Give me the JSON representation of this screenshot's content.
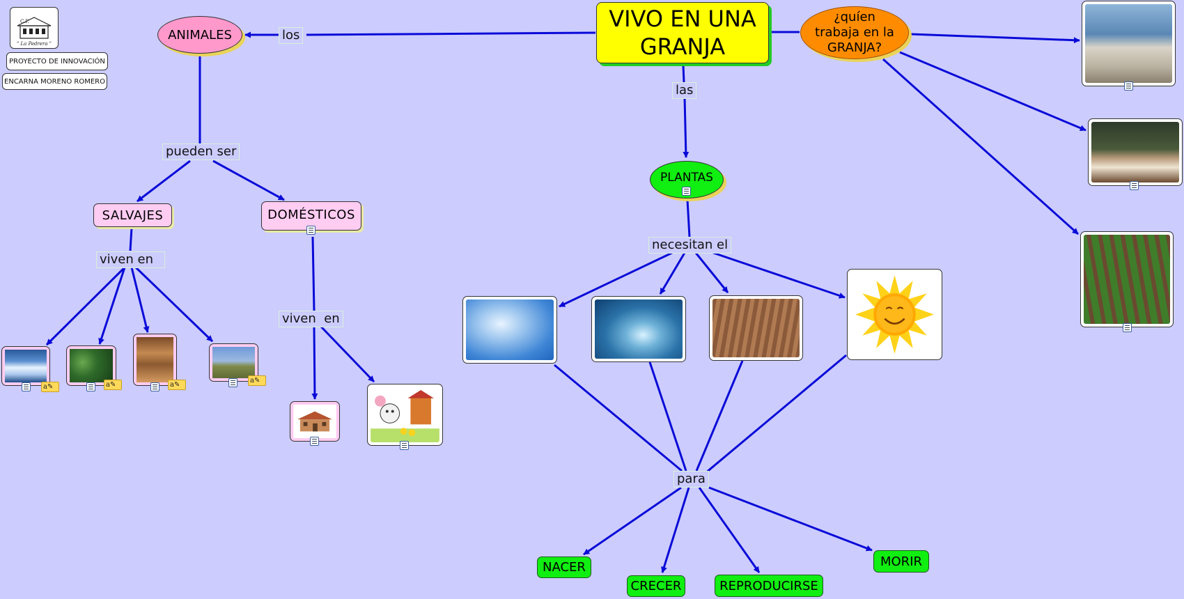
{
  "header": {
    "logo_text_top": "C.P.",
    "logo_text_bottom": "\" La Pedrera \"",
    "project": "PROYECTO DE INNOVACIÓN",
    "author": "ENCARNA MORENO ROMERO"
  },
  "nodes": {
    "root": "VIVO EN UNA GRANJA",
    "animales": "ANIMALES",
    "plantas": "PLANTAS",
    "quien": "¿quíen trabaja en la GRANJA?",
    "salvajes": "SALVAJES",
    "domesticos": "DOMÉSTICOS",
    "nacer": "NACER",
    "crecer": "CRECER",
    "reproducirse": "REPRODUCIRSE",
    "morir": "MORIR"
  },
  "link_labels": {
    "los": "los",
    "las": "las",
    "pueden_ser": "pueden ser",
    "viven_en_1": "viven en",
    "viven_en_2": "viven  en",
    "necesitan_el": "necesitan el",
    "para": "para"
  },
  "images": [
    "iceberg-photo",
    "jungle-photo",
    "desert-photo",
    "savanna-photo",
    "farmhouse-picture",
    "farm-animals-cartoon",
    "sky-clouds-photo",
    "water-drop-photo",
    "plowed-field-photo",
    "sun-cartoon",
    "shepherd-sheep-photo",
    "cattle-rancher-photo",
    "farmer-lettuce-photo"
  ],
  "colors": {
    "background": "#ccccff",
    "link_line": "#0a0ad8",
    "root_fill": "#ffff00",
    "animales_fill": "#ff99cc",
    "plantas_fill": "#11ee11",
    "quien_fill": "#ff8c00",
    "pink_box": "#ffccf2",
    "green_box": "#11ee11"
  }
}
